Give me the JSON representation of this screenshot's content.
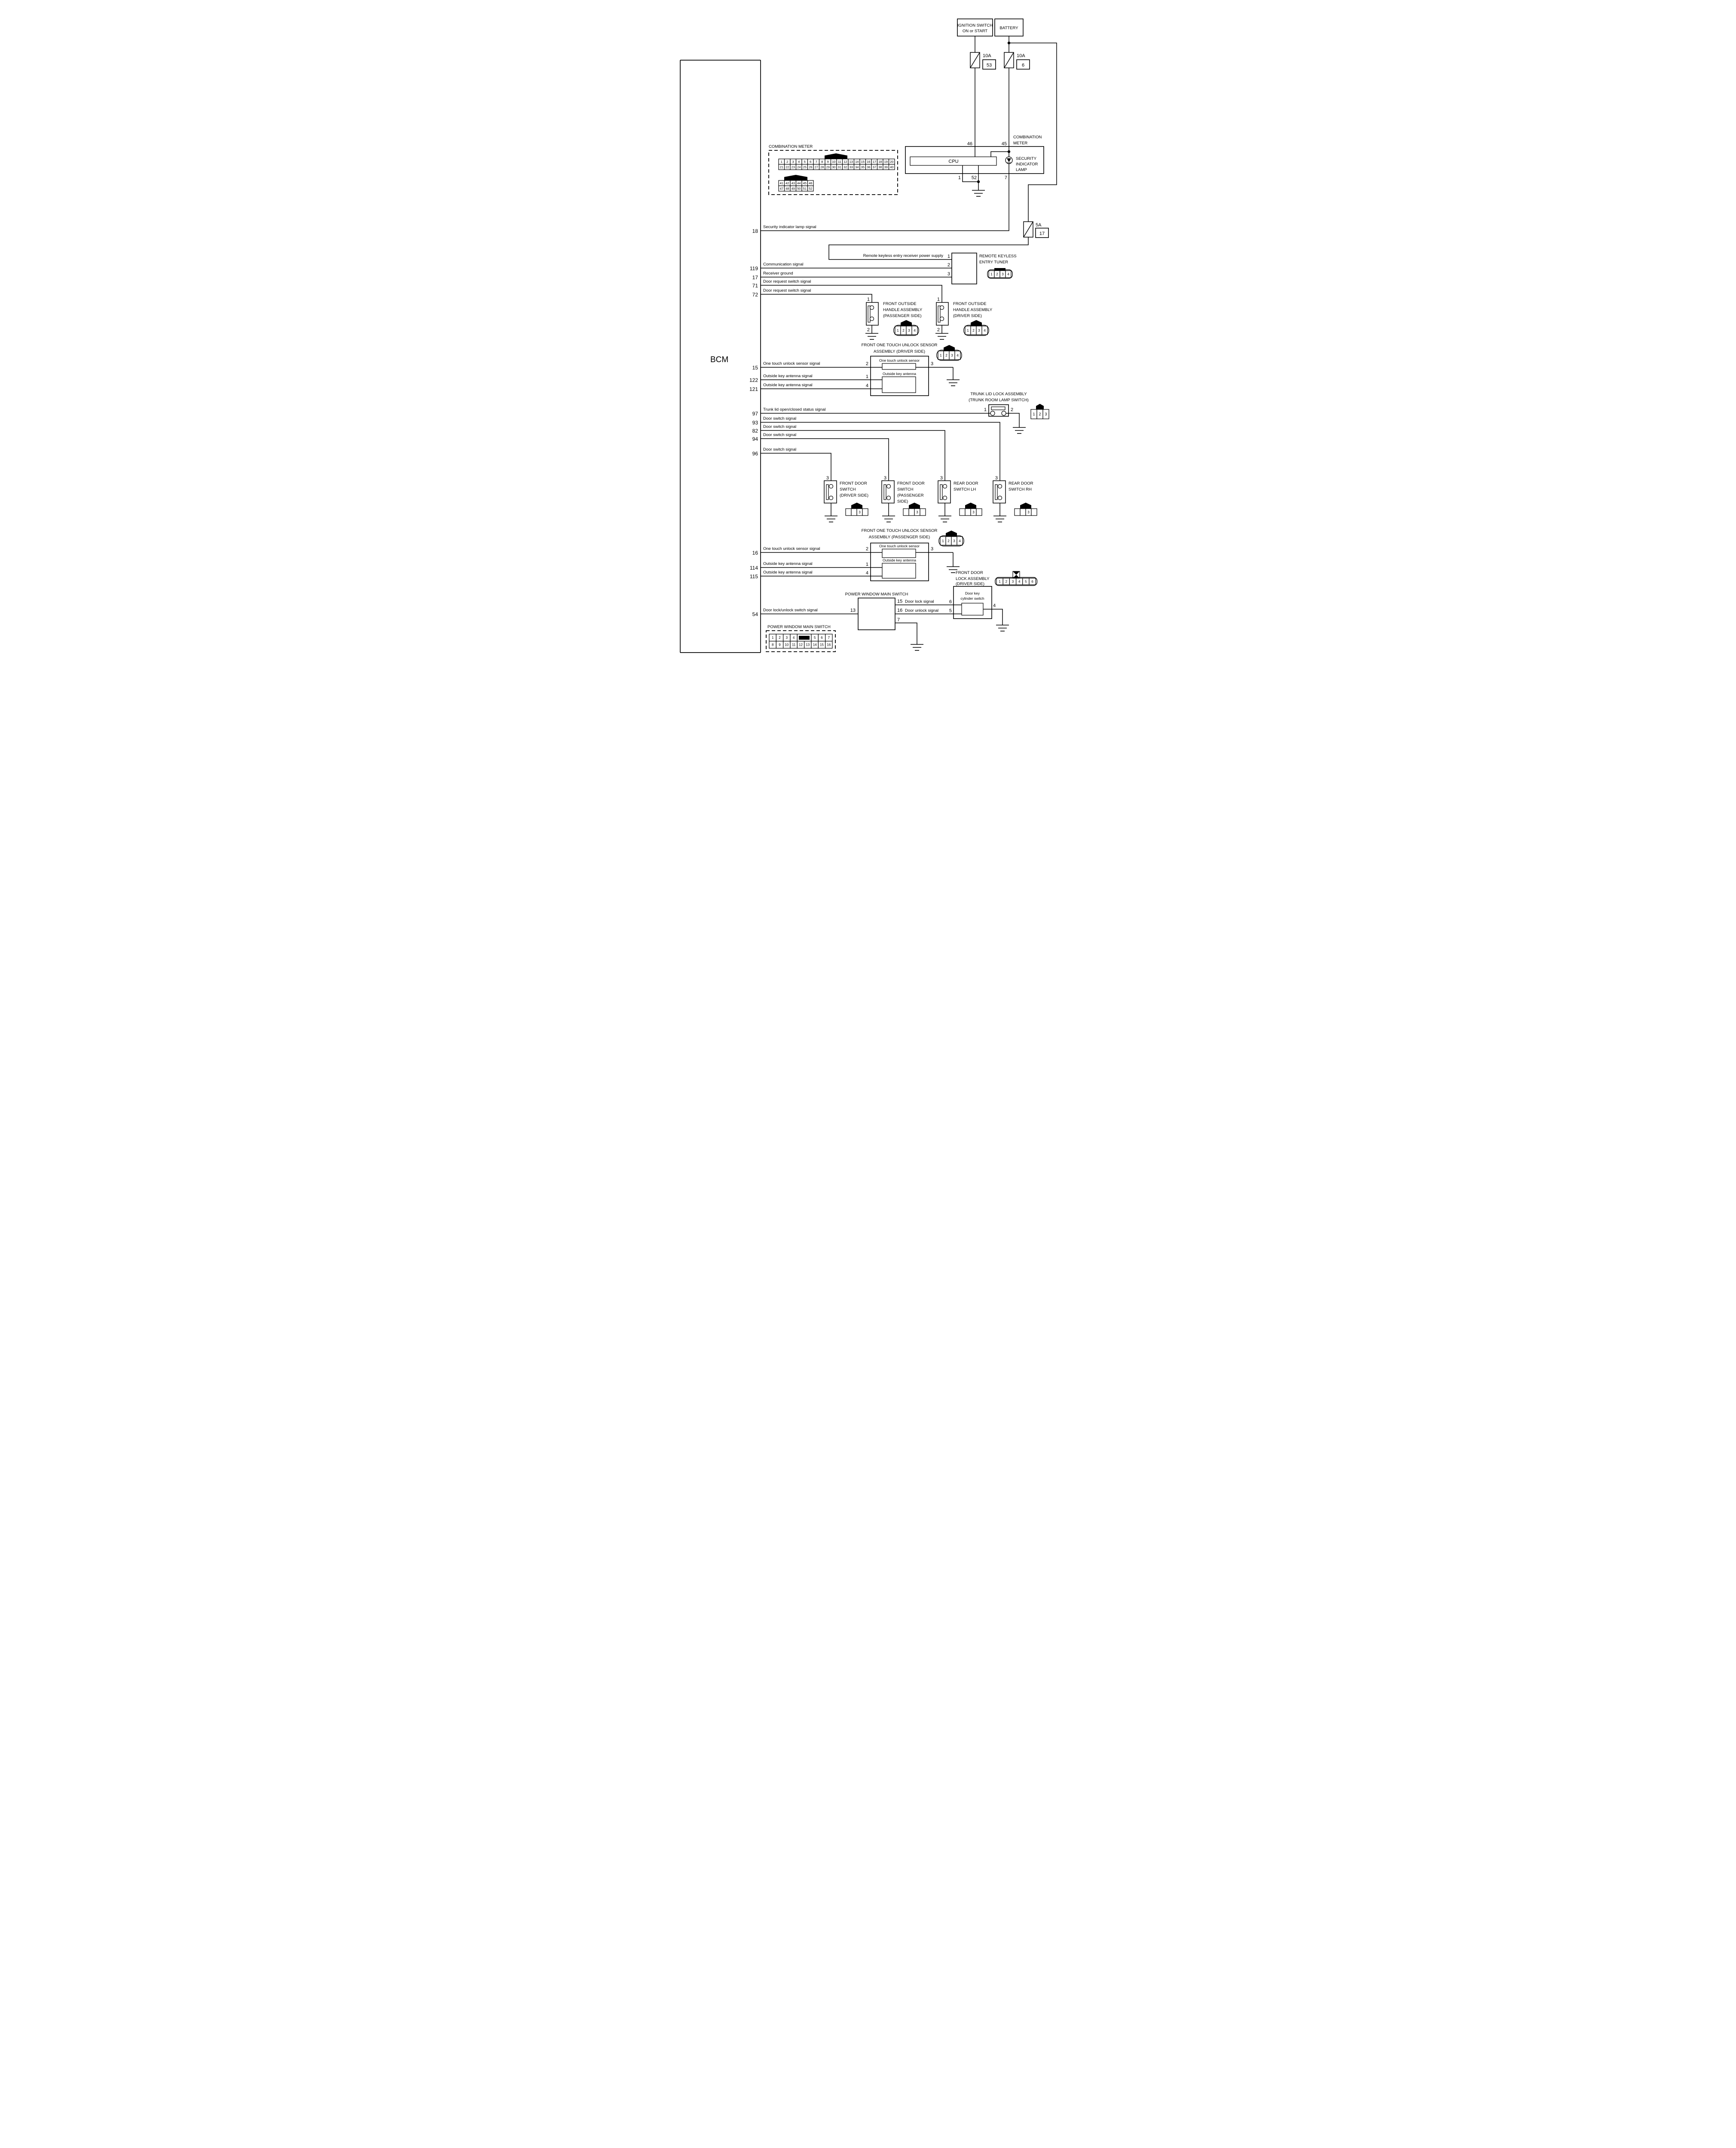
{
  "colors": {
    "line": "#000000",
    "background": "#ffffff"
  },
  "power": {
    "ignition_lines": [
      "IGNITION SWITCH",
      "ON or START"
    ],
    "battery": "BATTERY",
    "fuse_ign": {
      "rating": "10A",
      "number": "53"
    },
    "fuse_batt": {
      "rating": "10A",
      "number": "6"
    },
    "fuse_lamp": {
      "rating": "5A",
      "number": "17"
    }
  },
  "combination_meter": {
    "connector_title": "COMBINATION METER",
    "unit_lines": [
      "COMBINATION",
      "METER"
    ],
    "cpu": "CPU",
    "lamp_lines": [
      "SECURITY",
      "INDICATOR",
      "LAMP"
    ],
    "pin_46": "46",
    "pin_45": "45",
    "pin_1": "1",
    "pin_52": "52",
    "pin_7": "7",
    "grid_a_row1": [
      "1",
      "2",
      "3",
      "4",
      "5",
      "6",
      "7",
      "8",
      "9",
      "10",
      "11",
      "12",
      "13",
      "14",
      "15",
      "16",
      "17",
      "18",
      "19",
      "20"
    ],
    "grid_a_row2": [
      "21",
      "22",
      "23",
      "24",
      "25",
      "26",
      "27",
      "28",
      "29",
      "30",
      "31",
      "32",
      "33",
      "34",
      "35",
      "36",
      "37",
      "38",
      "39",
      "40"
    ],
    "grid_b_row1": [
      "41",
      "42",
      "43",
      "44",
      "45",
      "46"
    ],
    "grid_b_row2": [
      "47",
      "48",
      "49",
      "50",
      "51",
      "52"
    ]
  },
  "bcm": {
    "label": "BCM",
    "pins": [
      {
        "pin": "18",
        "label": "Security indicator lamp signal"
      },
      {
        "pin": "119",
        "label": "Communication signal"
      },
      {
        "pin": "17",
        "label": "Receiver ground"
      },
      {
        "pin": "71",
        "label": "Door request switch signal"
      },
      {
        "pin": "72",
        "label": "Door request switch signal"
      },
      {
        "pin": "15",
        "label": "One touch unlock sensor signal"
      },
      {
        "pin": "122",
        "label": "Outside key antenna signal"
      },
      {
        "pin": "121",
        "label": "Outside key antenna signal"
      },
      {
        "pin": "97",
        "label": "Trunk lid open/closed status signal"
      },
      {
        "pin": "93",
        "label": "Door switch signal"
      },
      {
        "pin": "82",
        "label": "Door switch signal"
      },
      {
        "pin": "94",
        "label": "Door switch signal"
      },
      {
        "pin": "96",
        "label": "Door switch signal"
      },
      {
        "pin": "16",
        "label": "One touch unlock sensor signal"
      },
      {
        "pin": "114",
        "label": "Outside key antenna signal"
      },
      {
        "pin": "115",
        "label": "Outside key antenna signal"
      },
      {
        "pin": "54",
        "label": "Door lock/unlock switch signal"
      }
    ]
  },
  "keyless_tuner": {
    "power_supply_label": "Remote keyless entry receiver power supply",
    "title_lines": [
      "REMOTE KEYLESS",
      "ENTRY TUNER"
    ],
    "pins": [
      "1",
      "2",
      "3"
    ],
    "connector_cells": [
      "1",
      "2",
      "3",
      "4"
    ]
  },
  "outside_handles": {
    "passenger_lines": [
      "FRONT OUTSIDE",
      "HANDLE ASSEMBLY",
      "(PASSENGER SIDE)"
    ],
    "driver_lines": [
      "FRONT OUTSIDE",
      "HANDLE ASSEMBLY",
      "(DRIVER SIDE)"
    ],
    "pin_top": "1",
    "pin_bottom": "2",
    "connector_cells": [
      "1",
      "2",
      "3",
      "4"
    ]
  },
  "one_touch_driver": {
    "title_lines": [
      "FRONT ONE TOUCH UNLOCK SENSOR",
      "ASSEMBLY (DRIVER SIDE)"
    ],
    "sensor_label": "One touch unlock sensor",
    "antenna_label": "Outside key antenna",
    "pin_sensor_left": "2",
    "pin_sensor_right": "3",
    "pin_antenna_top": "1",
    "pin_antenna_bottom": "4",
    "connector_cells": [
      "1",
      "2",
      "3",
      "4"
    ]
  },
  "one_touch_passenger": {
    "title_lines": [
      "FRONT ONE TOUCH UNLOCK SENSOR",
      "ASSEMBLY (PASSENGER SIDE)"
    ],
    "sensor_label": "One touch unlock sensor",
    "antenna_label": "Outside key antenna",
    "pin_sensor_left": "2",
    "pin_sensor_right": "3",
    "pin_antenna_top": "1",
    "pin_antenna_bottom": "4",
    "connector_cells": [
      "1",
      "2",
      "3",
      "4"
    ]
  },
  "trunk_lid": {
    "title_lines": [
      "TRUNK LID LOCK ASSEMBLY",
      "(TRUNK ROOM LAMP SWITCH)"
    ],
    "pin_left": "1",
    "pin_right": "2",
    "connector_cells": [
      "1",
      "2",
      "3"
    ]
  },
  "door_switches": {
    "pin": "3",
    "connector_cells": [
      "",
      "",
      "3",
      ""
    ],
    "items": [
      {
        "lines": [
          "FRONT DOOR",
          "SWITCH",
          "(DRIVER SIDE)"
        ]
      },
      {
        "lines": [
          "FRONT DOOR",
          "SWITCH",
          "(PASSENGER",
          "SIDE)"
        ]
      },
      {
        "lines": [
          "REAR DOOR",
          "SWITCH LH"
        ]
      },
      {
        "lines": [
          "REAR DOOR",
          "SWITCH RH"
        ]
      }
    ]
  },
  "power_window": {
    "component_label": "POWER WINDOW MAIN SWITCH",
    "pin_13": "13",
    "pin_15": "15",
    "pin_16": "16",
    "pin_7": "7",
    "lock_signal": "Door lock signal",
    "unlock_signal": "Door unlock signal",
    "connector_label": "POWER WINDOW MAIN SWITCH",
    "grid_top_left": [
      "1",
      "2",
      "3",
      "4"
    ],
    "grid_top_right": [
      "5",
      "6",
      "7"
    ],
    "grid_bottom": [
      "8",
      "9",
      "10",
      "11",
      "12",
      "13",
      "14",
      "15",
      "16"
    ]
  },
  "door_lock": {
    "title_lines": [
      "FRONT DOOR",
      "LOCK ASSEMBLY",
      "(DRIVER SIDE)"
    ],
    "inner_lines": [
      "Door key",
      "cylinder switch"
    ],
    "pin_lock": "6",
    "pin_unlock": "5",
    "pin_right": "4",
    "connector_cells": [
      "1",
      "2",
      "3",
      "4",
      "5",
      "6"
    ]
  }
}
